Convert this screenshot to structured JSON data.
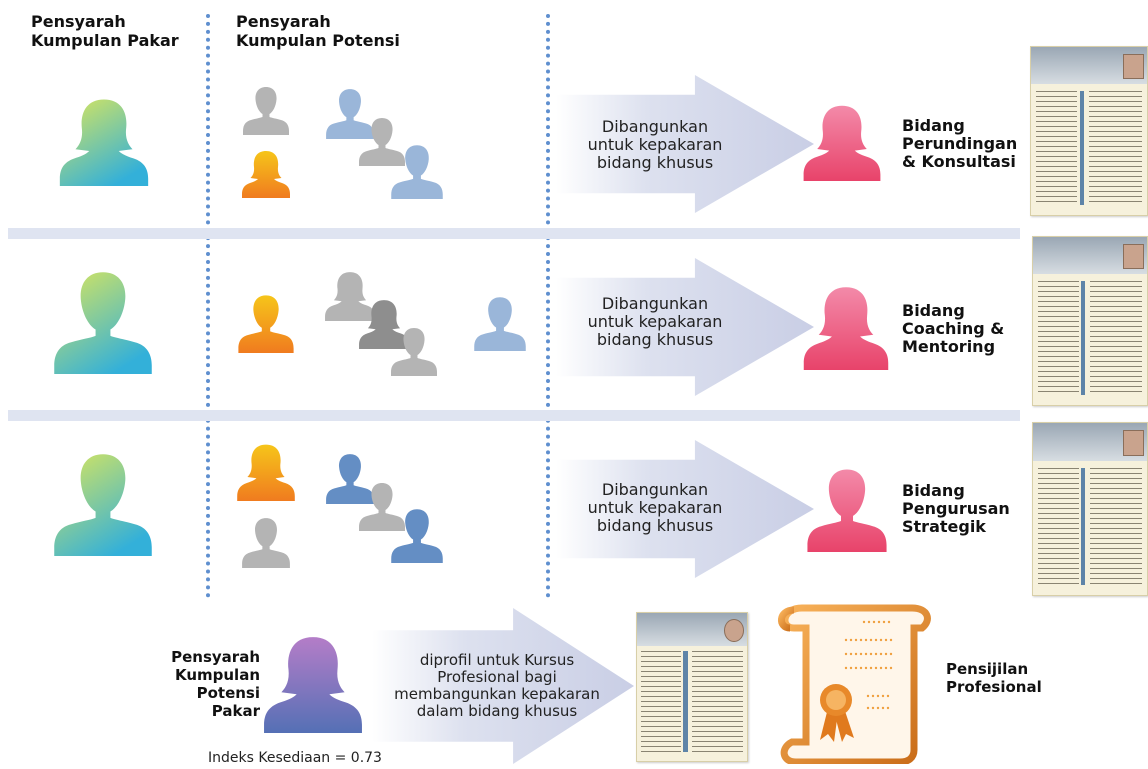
{
  "headers": {
    "pakar": [
      "Pensyarah",
      "Kumpulan Pakar"
    ],
    "potensi": [
      "Pensyarah",
      "Kumpulan Potensi"
    ]
  },
  "rows": [
    {
      "arrow_text": [
        "Dibangunkan",
        "untuk  kepakaran",
        "bidang khusus"
      ],
      "field": [
        "Bidang",
        "Perundingan",
        "& Konsultasi"
      ]
    },
    {
      "arrow_text": [
        "Dibangunkan",
        "untuk  kepakaran",
        "bidang khusus"
      ],
      "field": [
        "Bidang",
        "Coaching &",
        "Mentoring"
      ]
    },
    {
      "arrow_text": [
        "Dibangunkan",
        "untuk  kepakaran",
        "bidang khusus"
      ],
      "field": [
        "Bidang",
        "Pengurusan",
        "Strategik"
      ]
    }
  ],
  "bottom": {
    "label": [
      "Pensyarah",
      "Kumpulan",
      "Potensi Pakar"
    ],
    "arrow_text": [
      "diprofil untuk Kursus",
      "Profesional bagi",
      "membangunkan kepakaran",
      "dalam bidang khusus"
    ],
    "cert_label": [
      "Pensijilan",
      "Profesional"
    ],
    "index": "Indeks Kesediaan = 0.73"
  },
  "colors": {
    "expert_gradient": [
      "#d9e65a",
      "#3fb3d6"
    ],
    "target_pink": [
      "#f27aa0",
      "#e8456a"
    ],
    "bottom_purple": [
      "#b07cc6",
      "#5a6fb8"
    ],
    "orange": [
      "#f7c31a",
      "#f07a1e"
    ],
    "grey": "#b7b7b7",
    "dark_grey": "#8d8d8d",
    "light_blue": "#9cb8da",
    "blue": "#5f8cc4",
    "arrow": "#d4d8ea",
    "divider": "#dfe4f1"
  }
}
